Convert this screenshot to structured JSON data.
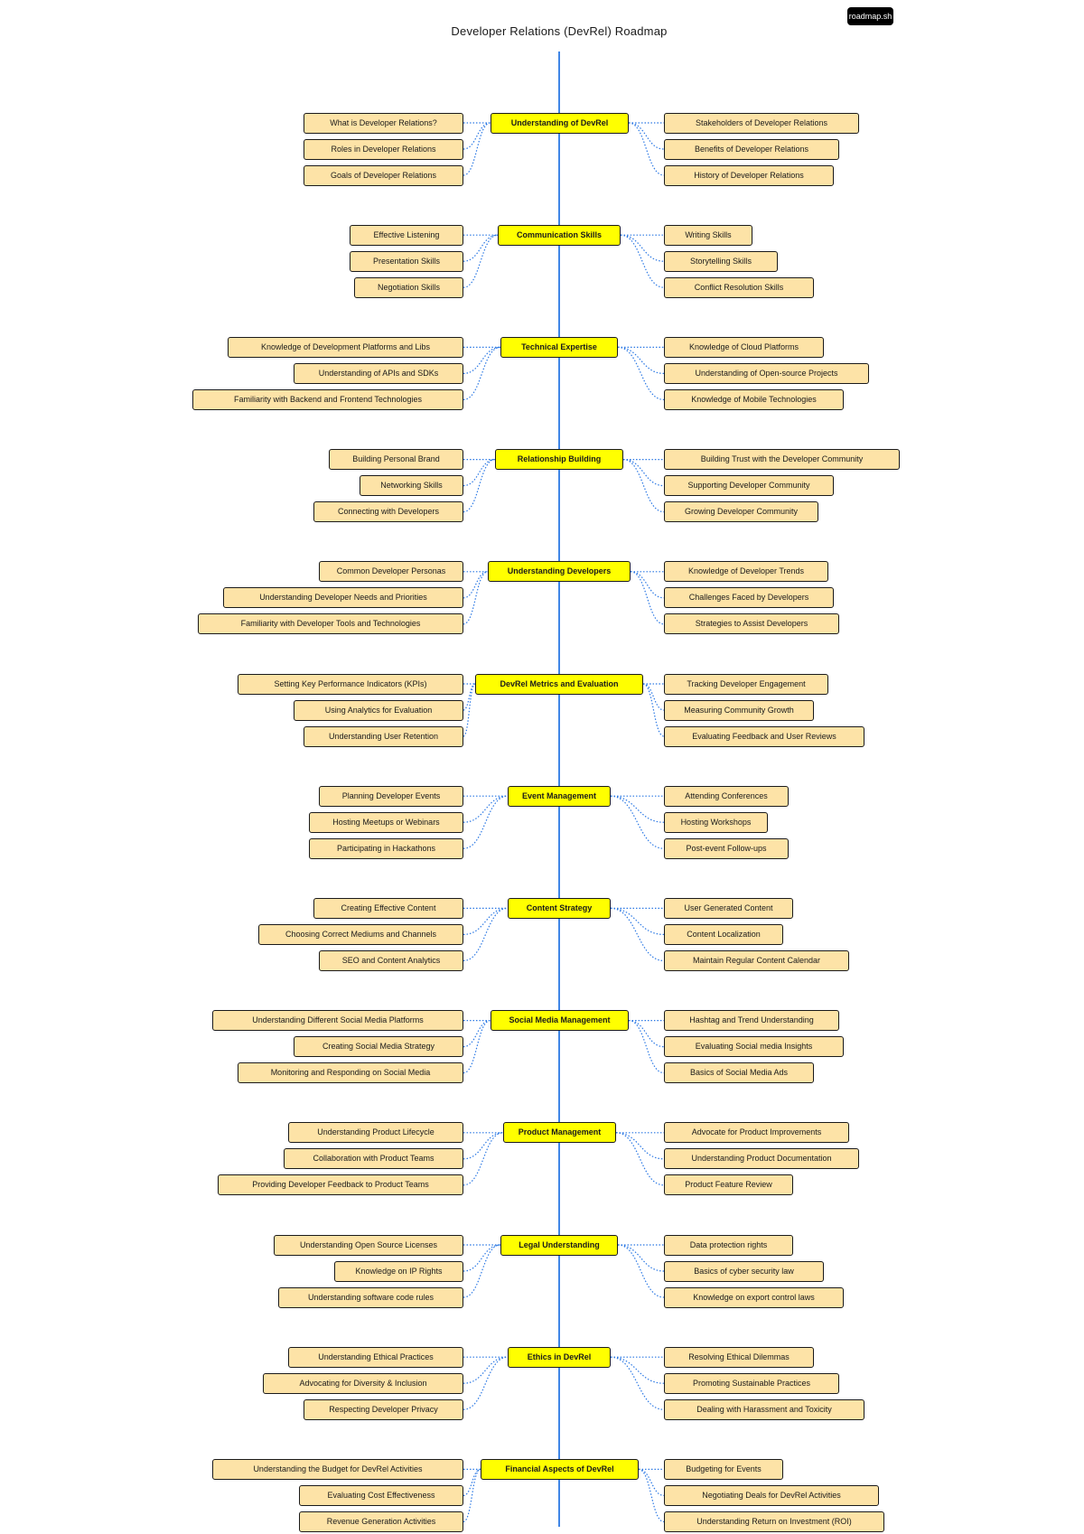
{
  "title": "Developer Relations (DevRel) Roadmap",
  "logo": "roadmap.sh",
  "colors": {
    "topic": "#ffff00",
    "subtopic": "#fde3a7",
    "spine": "#2b78e4",
    "connector": "#2b78e4",
    "border": "#1a1a1a"
  },
  "sections": [
    {
      "topic": "Understanding of DevRel",
      "left": [
        "What is Developer Relations?",
        "Roles in Developer Relations",
        "Goals of Developer Relations"
      ],
      "right": [
        "Stakeholders of Developer Relations",
        "Benefits of Developer Relations",
        "History of Developer Relations"
      ]
    },
    {
      "topic": "Communication Skills",
      "left": [
        "Effective Listening",
        "Presentation Skills",
        "Negotiation Skills"
      ],
      "right": [
        "Writing Skills",
        "Storytelling Skills",
        "Conflict Resolution Skills"
      ]
    },
    {
      "topic": "Technical Expertise",
      "left": [
        "Knowledge of Development Platforms and Libs",
        "Understanding of APIs and SDKs",
        "Familiarity with Backend and Frontend Technologies"
      ],
      "right": [
        "Knowledge of Cloud Platforms",
        "Understanding of Open-source Projects",
        "Knowledge of Mobile Technologies"
      ]
    },
    {
      "topic": "Relationship Building",
      "left": [
        "Building Personal Brand",
        "Networking Skills",
        "Connecting with Developers"
      ],
      "right": [
        "Building Trust with the Developer Community",
        "Supporting Developer Community",
        "Growing Developer Community"
      ]
    },
    {
      "topic": "Understanding Developers",
      "left": [
        "Common Developer Personas",
        "Understanding Developer Needs and Priorities",
        "Familiarity with Developer Tools and Technologies"
      ],
      "right": [
        "Knowledge of Developer Trends",
        "Challenges Faced by Developers",
        "Strategies to Assist Developers"
      ]
    },
    {
      "topic": "DevRel Metrics and Evaluation",
      "left": [
        "Setting Key Performance Indicators (KPIs)",
        "Using Analytics for Evaluation",
        "Understanding User Retention"
      ],
      "right": [
        "Tracking Developer Engagement",
        "Measuring Community Growth",
        "Evaluating Feedback and User Reviews"
      ]
    },
    {
      "topic": "Event Management",
      "left": [
        "Planning Developer Events",
        "Hosting Meetups or Webinars",
        "Participating in Hackathons"
      ],
      "right": [
        "Attending Conferences",
        "Hosting Workshops",
        "Post-event Follow-ups"
      ]
    },
    {
      "topic": "Content Strategy",
      "left": [
        "Creating Effective Content",
        "Choosing Correct Mediums and Channels",
        "SEO and Content Analytics"
      ],
      "right": [
        "User Generated Content",
        "Content Localization",
        "Maintain Regular Content Calendar"
      ]
    },
    {
      "topic": "Social Media Management",
      "left": [
        "Understanding Different Social Media Platforms",
        "Creating Social Media Strategy",
        "Monitoring and Responding on Social Media"
      ],
      "right": [
        "Hashtag and Trend Understanding",
        "Evaluating Social media Insights",
        "Basics of Social Media Ads"
      ]
    },
    {
      "topic": "Product Management",
      "left": [
        "Understanding Product Lifecycle",
        "Collaboration with Product Teams",
        "Providing Developer Feedback to Product Teams"
      ],
      "right": [
        "Advocate for Product Improvements",
        "Understanding Product Documentation",
        "Product Feature Review"
      ]
    },
    {
      "topic": "Legal Understanding",
      "left": [
        "Understanding Open Source Licenses",
        "Knowledge on IP Rights",
        "Understanding software code rules"
      ],
      "right": [
        "Data protection rights",
        "Basics of cyber security law",
        "Knowledge on export control laws"
      ]
    },
    {
      "topic": "Ethics in DevRel",
      "left": [
        "Understanding Ethical Practices",
        "Advocating for Diversity & Inclusion",
        "Respecting Developer Privacy"
      ],
      "right": [
        "Resolving Ethical Dilemmas",
        "Promoting Sustainable Practices",
        "Dealing with Harassment and Toxicity"
      ]
    },
    {
      "topic": "Financial Aspects of DevRel",
      "left": [
        "Understanding the Budget for DevRel Activities",
        "Evaluating Cost Effectiveness",
        "Revenue Generation Activities"
      ],
      "right": [
        "Budgeting for Events",
        "Negotiating Deals for DevRel Activities",
        "Understanding Return on Investment (ROI)"
      ]
    }
  ]
}
